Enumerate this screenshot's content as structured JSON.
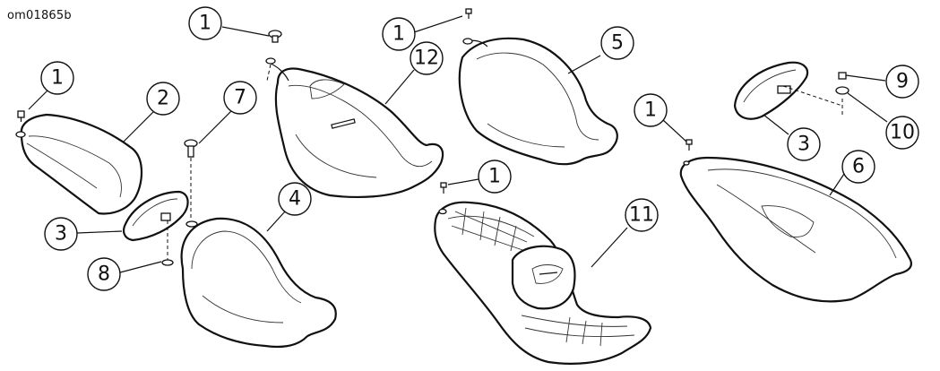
{
  "figure_id": "om01865b",
  "callouts": {
    "c1a": "1",
    "c1b": "1",
    "c1c": "1",
    "c1d": "1",
    "c1e": "1",
    "c2": "2",
    "c3a": "3",
    "c3b": "3",
    "c4": "4",
    "c5": "5",
    "c6": "6",
    "c7": "7",
    "c8": "8",
    "c9": "9",
    "c10": "10",
    "c11": "11",
    "c12": "12"
  }
}
